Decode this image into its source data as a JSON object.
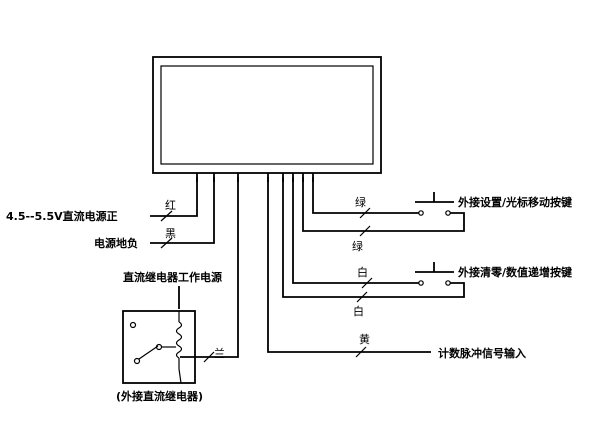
{
  "labels": {
    "power_positive": "4.5--5.5V直流电源正",
    "power_ground": "电源地负",
    "relay_power": "直流继电器工作电源",
    "relay_caption": "(外接直流继电器)",
    "key_setting": "外接设置/光标移动按键",
    "key_clear": "外接清零/数值递增按键",
    "pulse_input": "计数脉冲信号输入"
  },
  "wire_colors": {
    "red": "红",
    "black": "黑",
    "green_1": "绿",
    "green_2": "绿",
    "white_1": "白",
    "white_2": "白",
    "yellow": "黄",
    "blue": "兰"
  },
  "colors": {
    "line": "#000000",
    "background": "#ffffff"
  }
}
